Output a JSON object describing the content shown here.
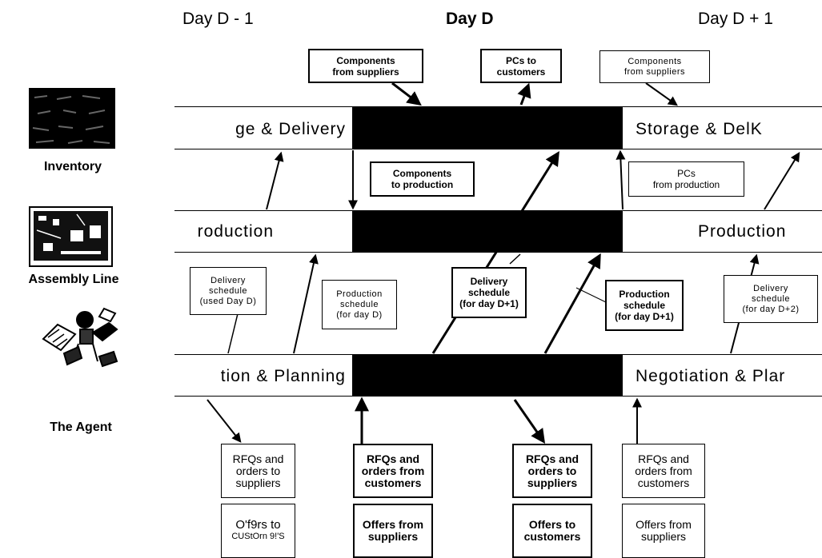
{
  "headers": {
    "left": "Day D - 1",
    "center": "Day D",
    "right": "Day D + 1"
  },
  "sidebar": {
    "inventory_label": "Inventory",
    "assembly_label": "Assembly  Line",
    "agent_label": "The Agent"
  },
  "bands": {
    "storage": {
      "left_label": "ge & Delivery",
      "right_label": "Storage & DelK"
    },
    "production": {
      "left_label": "roduction",
      "right_label": "Production"
    },
    "negotiation": {
      "left_label": "tion & Planning",
      "right_label": "Negotiation & Plar"
    }
  },
  "top_boxes": {
    "components_from_suppliers_bold": [
      "Components",
      "from suppliers"
    ],
    "pcs_to_customers": [
      "PCs to",
      "customers"
    ],
    "components_from_suppliers_right": [
      "Components",
      "from suppliers"
    ]
  },
  "mid_boxes": {
    "components_to_production": [
      "Components",
      "to production"
    ],
    "pcs_from_production": [
      "PCs",
      "from production"
    ]
  },
  "schedule_boxes": {
    "delivery_day_d": [
      "Delivery",
      "schedule",
      "(used Day D)"
    ],
    "production_day_d": [
      "Production",
      "schedule",
      "(for day D)"
    ],
    "delivery_d1": [
      "Delivery",
      "schedule",
      "(for day D+1)"
    ],
    "production_d1": [
      "Production",
      "schedule",
      "(for day D+1)"
    ],
    "delivery_d2": [
      "Delivery",
      "schedule",
      "(for day D+2)"
    ]
  },
  "bottom_boxes": {
    "rfq_to_suppliers_left": [
      "RFQs and",
      "orders to",
      "suppliers"
    ],
    "rfq_from_customers_bold": [
      "RFQs and",
      "orders from",
      "customers"
    ],
    "rfq_to_suppliers_bold": [
      "RFQs and",
      "orders to",
      "suppliers"
    ],
    "rfq_from_customers_right": [
      "RFQs and",
      "orders from",
      "customers"
    ],
    "offers_to_customers_left": [
      "O'f9rs to",
      "CUStOrn 9!'S"
    ],
    "offers_from_suppliers_bold": [
      "Offers from",
      "suppliers"
    ],
    "offers_to_customers_bold": [
      "Offers to",
      "customers"
    ],
    "offers_from_suppliers_right": [
      "Offers from",
      "suppliers"
    ]
  }
}
